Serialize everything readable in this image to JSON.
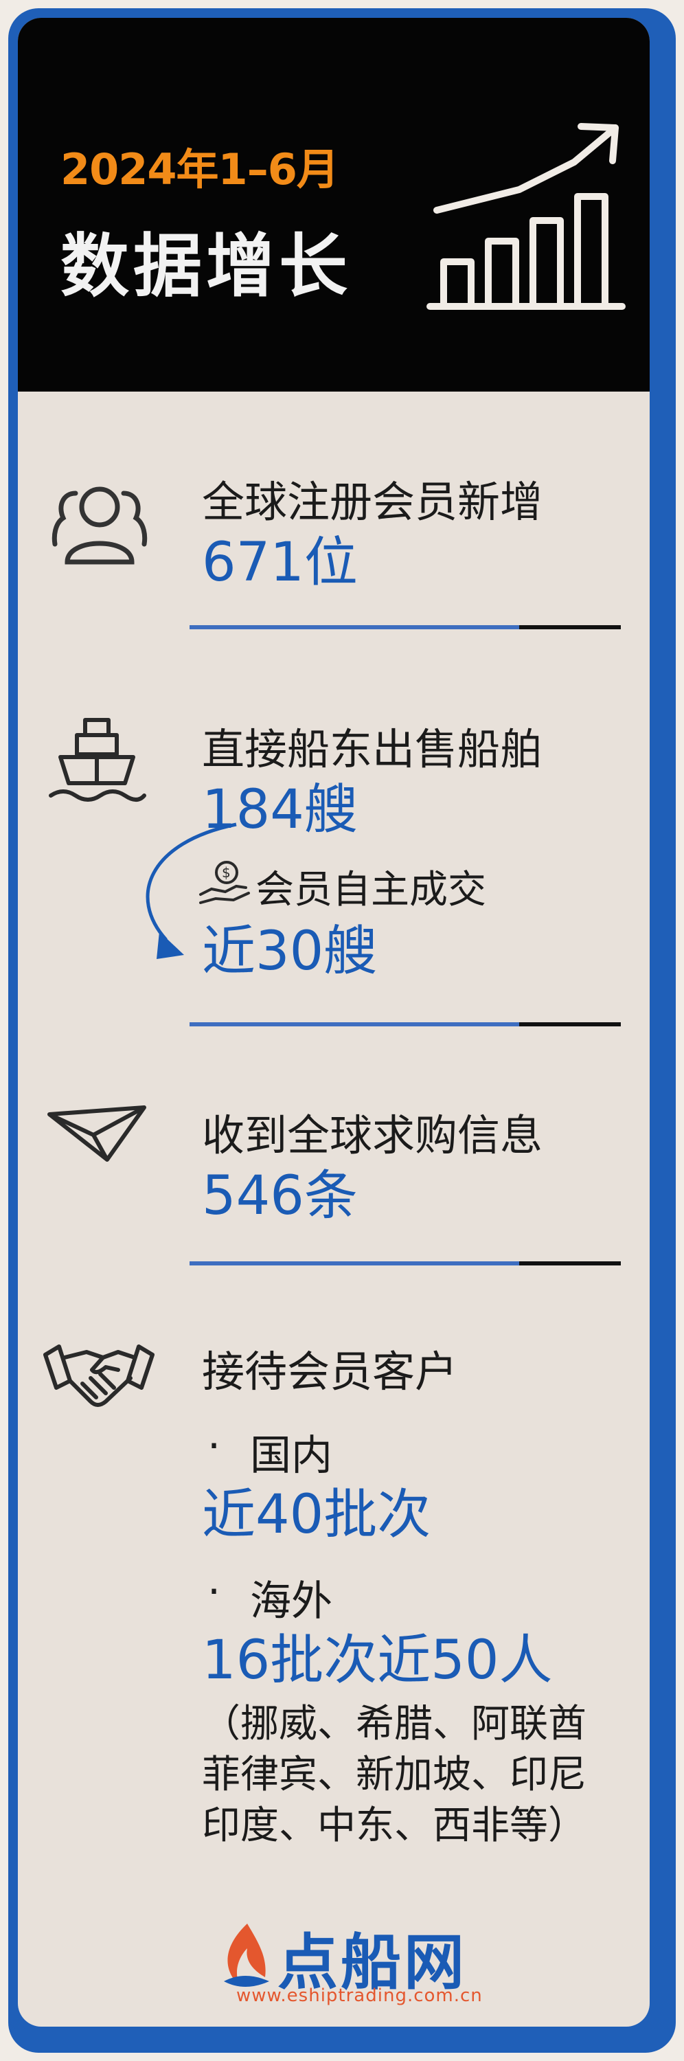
{
  "header": {
    "year_range": "2024年1–6月",
    "title": "数据增长"
  },
  "members": {
    "label": "全球注册会员新增",
    "value": "671位"
  },
  "ship_sales": {
    "label": "直接船东出售船舶",
    "value": "184艘",
    "self_deal_label": "会员自主成交",
    "self_deal_value": "近30艘"
  },
  "purchase_info": {
    "label": "收到全球求购信息",
    "value": "546条"
  },
  "reception": {
    "label": "接待会员客户",
    "domestic_label": "国内",
    "domestic_value": "近40批次",
    "overseas_label": "海外",
    "overseas_value": "16批次近50人",
    "countries_line1": "（挪威、希腊、阿联酋",
    "countries_line2": "菲律宾、新加坡、印尼",
    "countries_line3": "印度、中东、西非等）"
  },
  "brand": {
    "name": "点船网",
    "url": "www.eshiptrading.com.cn"
  },
  "colors": {
    "accent_blue": "#1a5bb5",
    "accent_orange": "#f28b18",
    "header_bg": "#050505",
    "card_bg": "#e8e1da"
  }
}
